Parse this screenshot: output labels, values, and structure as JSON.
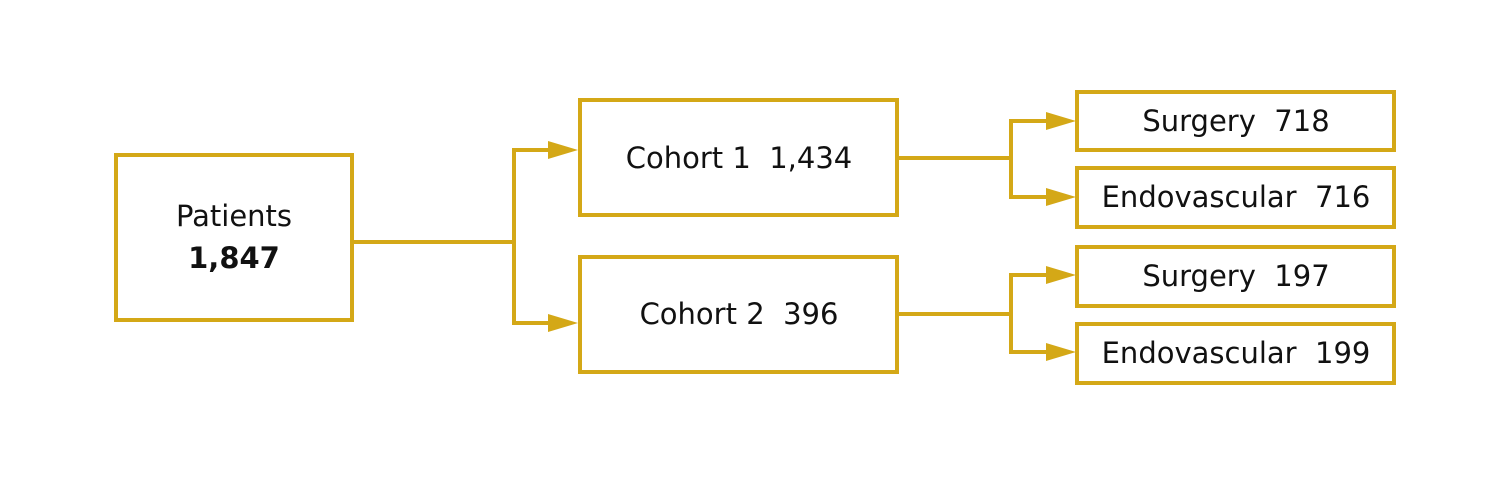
{
  "colors": {
    "accent": "#d4a817",
    "text": "#111111",
    "background": "#ffffff"
  },
  "root": {
    "label": "Patients",
    "count": "1,847"
  },
  "cohorts": [
    {
      "label": "Cohort 1  1,434",
      "branches": [
        {
          "label": "Surgery  718"
        },
        {
          "label": "Endovascular  716"
        }
      ]
    },
    {
      "label": "Cohort 2  396",
      "branches": [
        {
          "label": "Surgery  197"
        },
        {
          "label": "Endovascular  199"
        }
      ]
    }
  ]
}
